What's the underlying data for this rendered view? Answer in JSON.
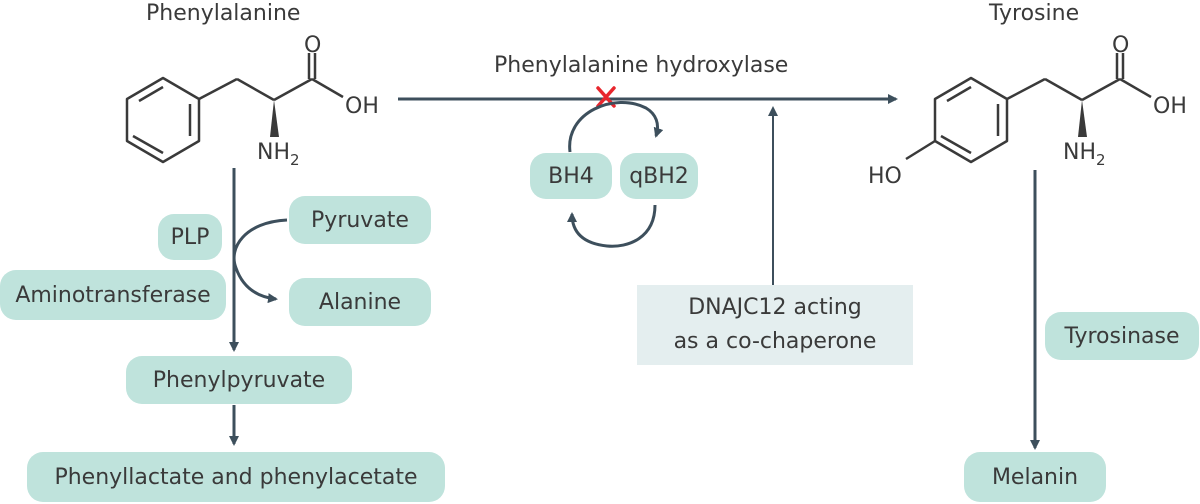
{
  "molecules": {
    "phenylalanine": {
      "name": "Phenylalanine",
      "carbonyl_o": "O",
      "hydroxyl": "OH",
      "amine": "NH",
      "amine_sub": "2"
    },
    "tyrosine": {
      "name": "Tyrosine",
      "carbonyl_o": "O",
      "hydroxyl": "OH",
      "amine": "NH",
      "amine_sub": "2",
      "ring_hydroxyl": "HO"
    }
  },
  "enzyme_label": "Phenylalanine hydroxylase",
  "cofactors": {
    "bh4": "BH4",
    "qbh2": "qBH2"
  },
  "chaperone": {
    "line1": "DNAJC12 acting",
    "line2": "as a co-chaperone"
  },
  "side_pathway": {
    "plp": "PLP",
    "aminotransferase": "Aminotransferase",
    "pyruvate": "Pyruvate",
    "alanine": "Alanine",
    "phenylpyruvate": "Phenylpyruvate",
    "final_products": "Phenyllactate and phenylacetate"
  },
  "tyrosine_pathway": {
    "tyrosinase": "Tyrosinase",
    "melanin": "Melanin"
  },
  "colors": {
    "arrow": "#3d4f5c",
    "pill": "#bfe3dc",
    "box": "#e4eeef",
    "block_mark": "#e8262d",
    "text": "#3a3a3a"
  }
}
